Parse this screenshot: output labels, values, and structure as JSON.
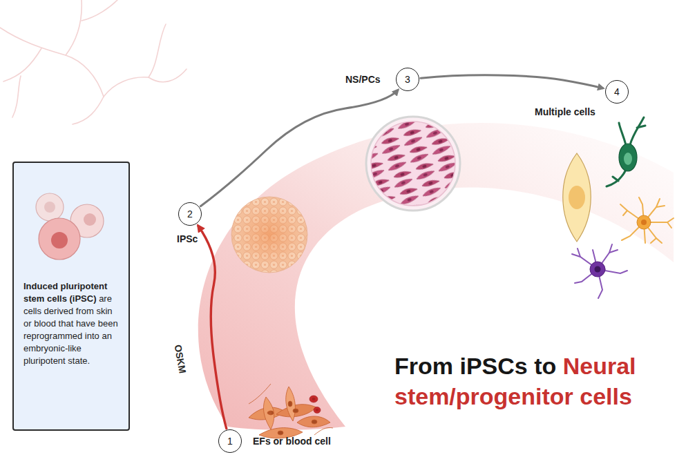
{
  "diagram": {
    "title": "From iPSCs to Neural stem/progenitor cells",
    "nodes": [
      {
        "text": [
          "Induced pluripotent stem cells (iPSC)",
          "are cells derived from skin or blood that have been reprogrammed into an embryonic-like pluripotent state."
        ]
      },
      {
        "text": [
          "1"
        ]
      },
      {
        "text": [
          "2"
        ]
      },
      {
        "text": [
          "3"
        ]
      },
      {
        "text": [
          "4"
        ]
      }
    ],
    "edges": [
      {
        "from": 1,
        "to": 2,
        "label": "OSKM",
        "arrow": "to"
      },
      {
        "from": 2,
        "to": 3,
        "arrow": "to"
      },
      {
        "from": 3,
        "to": 4,
        "arrow": "to"
      }
    ],
    "labels": [
      "EFs or blood cell",
      "IPSc",
      "NS/PCs",
      "Multiple cells"
    ]
  }
}
